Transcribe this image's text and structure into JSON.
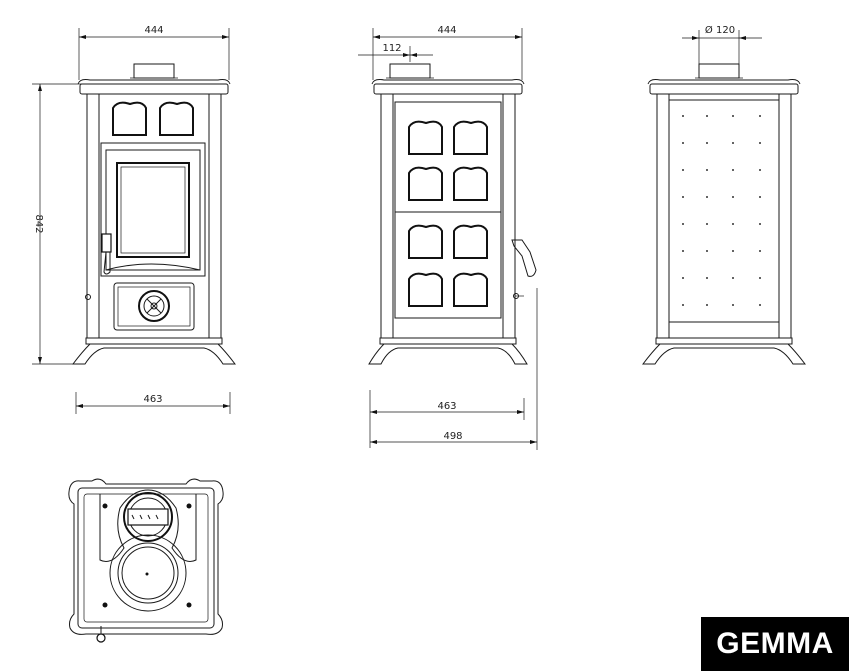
{
  "product": {
    "name": "GEMMA"
  },
  "dimensions": {
    "front_width": "444",
    "front_base_width": "463",
    "height": "842",
    "side_width": "444",
    "side_flue_offset": "112",
    "side_base_width": "463",
    "side_total_depth": "498",
    "back_flue_diameter": "Ø 120"
  },
  "views": [
    "front-view",
    "side-view",
    "back-view",
    "top-view"
  ],
  "colors": {
    "line": "#1a1a1a",
    "brand_background": "#000000",
    "brand_text": "#ffffff"
  }
}
